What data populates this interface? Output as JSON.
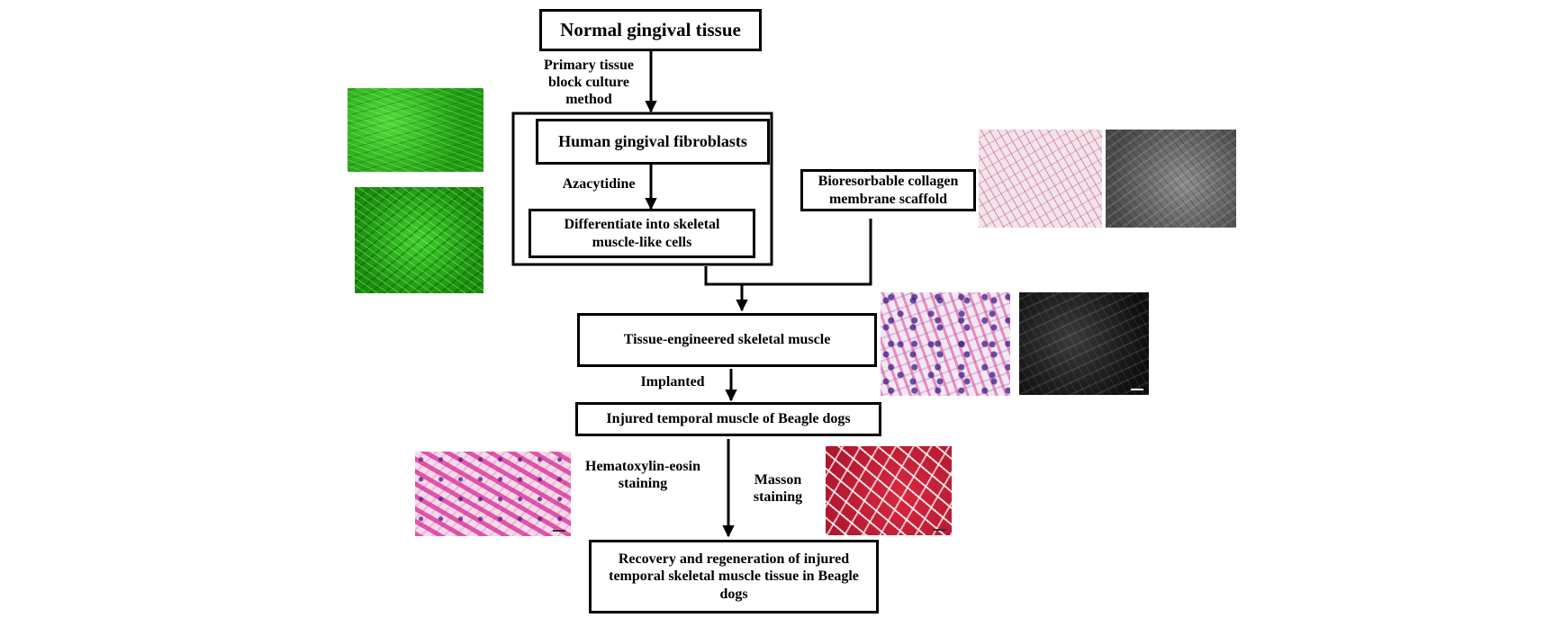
{
  "boxes": {
    "normal_tissue": "Normal gingival tissue",
    "fibroblasts": "Human gingival fibroblasts",
    "differentiate": "Differentiate into skeletal muscle-like cells",
    "scaffold": "Bioresorbable collagen membrane scaffold",
    "engineered_muscle": "Tissue-engineered skeletal muscle",
    "injured_muscle": "Injured temporal muscle of Beagle dogs",
    "recovery": "Recovery and regeneration of injured temporal skeletal muscle tissue in Beagle dogs"
  },
  "labels": {
    "primary_culture": "Primary tissue block culture method",
    "azacytidine": "Azacytidine",
    "implanted": "Implanted",
    "he_staining": "Hematoxylin-eosin staining",
    "masson_staining": "Masson staining"
  },
  "colors": {
    "line": "#000000",
    "background": "#ffffff"
  }
}
